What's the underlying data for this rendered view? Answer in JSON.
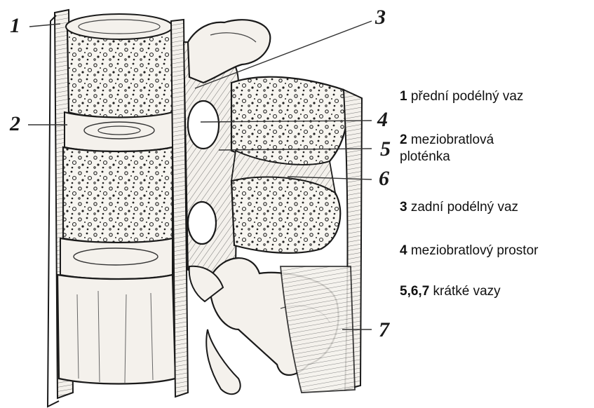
{
  "labels": {
    "n1": "1",
    "n2": "2",
    "n3": "3",
    "n4": "4",
    "n5": "5",
    "n6": "6",
    "n7": "7"
  },
  "legend": {
    "item1": {
      "num": "1",
      "text": "přední podélný vaz"
    },
    "item2": {
      "num": "2",
      "text_line1": "meziobratlová",
      "text_line2": "ploténka"
    },
    "item3": {
      "num": "3",
      "text": "zadní podélný vaz"
    },
    "item4": {
      "num": "4",
      "text": "meziobratlový prostor"
    },
    "item5": {
      "num": "5,6,7",
      "text": "krátké vazy"
    }
  },
  "colors": {
    "ink": "#1a1a1a",
    "paper": "#ffffff",
    "bone": "#f4f1ec"
  }
}
